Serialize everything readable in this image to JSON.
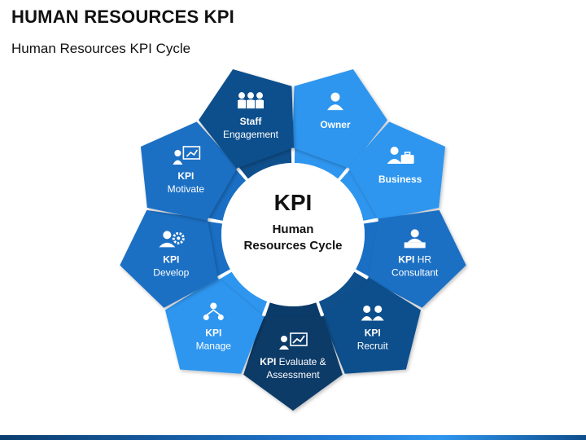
{
  "title": "HUMAN RESOURCES KPI",
  "subtitle": "Human Resources KPI Cycle",
  "center": {
    "heading": "KPI",
    "line1": "Human",
    "line2": "Resources Cycle"
  },
  "colors": {
    "dark": "#0f4f8c",
    "mid": "#1a6fc4",
    "light": "#2f96ef",
    "darkest": "#0b3b68",
    "text_on_shape": "#ffffff",
    "center_text": "#111111"
  },
  "segments": [
    {
      "id": "owner",
      "icon": "person-icon",
      "tone": "light",
      "bold": "Owner",
      "rest": ""
    },
    {
      "id": "business",
      "icon": "briefcase-person-icon",
      "tone": "light",
      "bold": "Business",
      "rest": ""
    },
    {
      "id": "hr-consultant",
      "icon": "consultant-icon",
      "tone": "mid",
      "bold": "KPI",
      "rest": " HR",
      "line2": "Consultant"
    },
    {
      "id": "recruit",
      "icon": "two-people-icon",
      "tone": "dark",
      "bold": "KPI",
      "rest": "",
      "line2": "Recruit"
    },
    {
      "id": "evaluate",
      "icon": "presentation-chart-icon",
      "tone": "darkest",
      "bold": "KPI",
      "rest": " Evaluate &",
      "line2": "Assessment"
    },
    {
      "id": "manage",
      "icon": "hierarchy-icon",
      "tone": "light",
      "bold": "KPI",
      "rest": "",
      "line2": "Manage"
    },
    {
      "id": "develop",
      "icon": "person-gear-icon",
      "tone": "mid",
      "bold": "KPI",
      "rest": "",
      "line2": "Develop"
    },
    {
      "id": "motivate",
      "icon": "presenter-board-icon",
      "tone": "mid",
      "bold": "KPI",
      "rest": "",
      "line2": "Motivate"
    },
    {
      "id": "staff-engagement",
      "icon": "team-icon",
      "tone": "dark",
      "bold": "Staff",
      "rest": "",
      "line2": "Engagement"
    }
  ]
}
